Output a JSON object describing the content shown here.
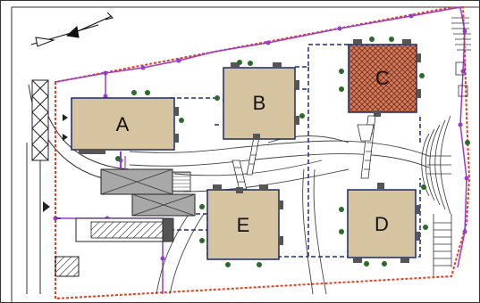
{
  "site_plan": {
    "buildings": [
      {
        "id": "a",
        "label": "A",
        "fill": "#d6c4a0",
        "pattern": "plain"
      },
      {
        "id": "b",
        "label": "B",
        "fill": "#d6c4a0",
        "pattern": "plain"
      },
      {
        "id": "c",
        "label": "C",
        "fill": "#c8805e",
        "pattern": "crosshatch"
      },
      {
        "id": "d",
        "label": "D",
        "fill": "#d6c4a0",
        "pattern": "plain"
      },
      {
        "id": "e",
        "label": "E",
        "fill": "#d6c4a0",
        "pattern": "plain"
      }
    ],
    "colors": {
      "site_boundary": "#e04020",
      "fence_line": "#9a3ad0",
      "utility_line": "#1a2a8a",
      "building_outline": "#1a2a6a",
      "building_fill": "#d6c4a0",
      "highlight_fill": "#c8805e",
      "highlight_hatch": "#9a3020",
      "trees": "#2a6a2a",
      "road_lines": "#333333",
      "ancillary_fill": "#a8a8a8"
    },
    "north_arrow": {
      "icon": "north-arrow-icon"
    }
  }
}
